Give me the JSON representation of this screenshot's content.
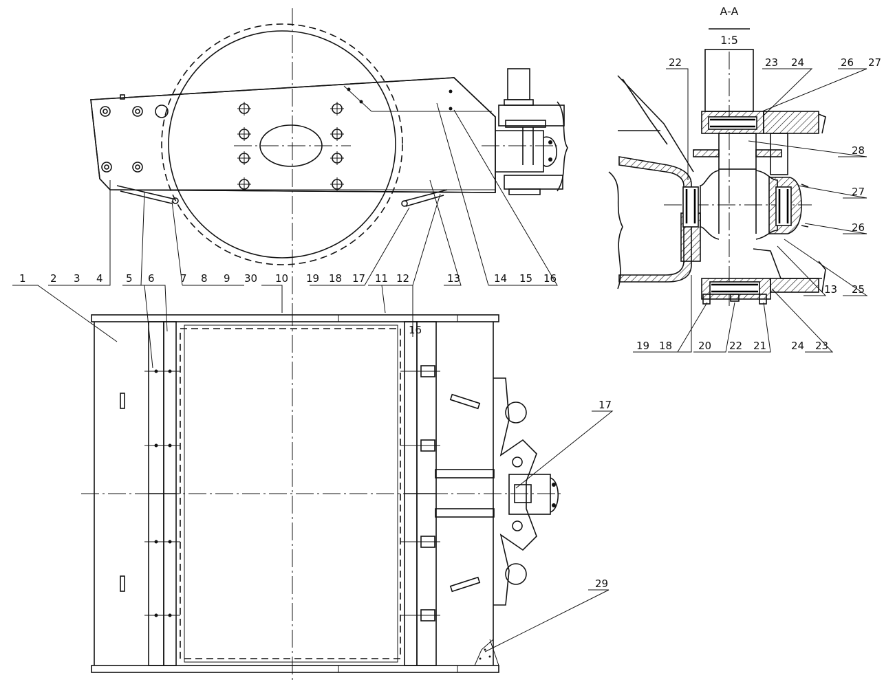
{
  "section": {
    "name": "A-A",
    "scale": "1:5"
  },
  "callouts": {
    "c1": "1",
    "c2": "2",
    "c3": "3",
    "c4": "4",
    "c5": "5",
    "c6": "6",
    "c7": "7",
    "c8": "8",
    "c9": "9",
    "c30": "30",
    "c10": "10",
    "c19a": "19",
    "c18a": "18",
    "c17a": "17",
    "c11": "11",
    "c12": "12",
    "c13": "13",
    "c14": "14",
    "c15": "15",
    "c16": "16",
    "c16b": "16",
    "c17": "17",
    "c29": "29",
    "c22a": "22",
    "c23a": "23",
    "c24a": "24",
    "c26a": "26",
    "c27a": "27",
    "c28": "28",
    "c27": "27",
    "c26": "26",
    "c13b": "13",
    "c25": "25",
    "c19": "19",
    "c18": "18",
    "c20": "20",
    "c22": "22",
    "c21": "21",
    "c24": "24",
    "c23": "23"
  }
}
